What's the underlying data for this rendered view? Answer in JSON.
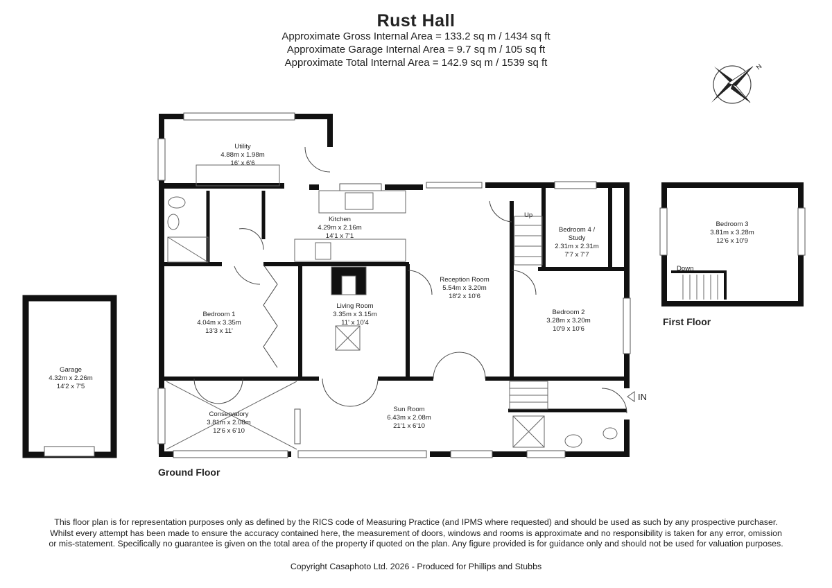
{
  "header": {
    "title": "Rust Hall",
    "gross_area": "Approximate Gross Internal Area = 133.2 sq m / 1434 sq ft",
    "garage_area": "Approximate Garage Internal Area = 9.7 sq m / 105 sq ft",
    "total_area": "Approximate Total Internal Area = 142.9 sq m / 1539 sq ft"
  },
  "compass": {
    "north_label": "N"
  },
  "floors": {
    "ground": "Ground Floor",
    "first": "First Floor"
  },
  "rooms": {
    "utility": {
      "name": "Utility",
      "metric": "4.88m x 1.98m",
      "imperial": "16' x 6'6"
    },
    "kitchen": {
      "name": "Kitchen",
      "metric": "4.29m x 2.16m",
      "imperial": "14'1 x 7'1"
    },
    "reception": {
      "name": "Reception Room",
      "metric": "5.54m x 3.20m",
      "imperial": "18'2 x 10'6"
    },
    "bedroom4_line1": {
      "name": "Bedroom 4 /"
    },
    "bedroom4": {
      "name": "Study",
      "metric": "2.31m x 2.31m",
      "imperial": "7'7 x 7'7"
    },
    "bedroom1": {
      "name": "Bedroom 1",
      "metric": "4.04m x 3.35m",
      "imperial": "13'3 x 11'"
    },
    "living": {
      "name": "Living Room",
      "metric": "3.35m x 3.15m",
      "imperial": "11' x 10'4"
    },
    "bedroom2": {
      "name": "Bedroom 2",
      "metric": "3.28m x 3.20m",
      "imperial": "10'9 x 10'6"
    },
    "conservatory": {
      "name": "Conservatory",
      "metric": "3.81m x 2.08m",
      "imperial": "12'6 x 6'10"
    },
    "sunroom": {
      "name": "Sun Room",
      "metric": "6.43m x 2.08m",
      "imperial": "21'1 x 6'10"
    },
    "garage": {
      "name": "Garage",
      "metric": "4.32m x 2.26m",
      "imperial": "14'2 x 7'5"
    },
    "bedroom3": {
      "name": "Bedroom 3",
      "metric": "3.81m x 3.28m",
      "imperial": "12'6 x 10'9"
    }
  },
  "stairs": {
    "up": "Up",
    "down": "Down"
  },
  "entrance": "IN",
  "footer": {
    "disclaimer": "This floor plan is for representation purposes only as defined by the RICS code of Measuring Practice (and IPMS where requested) and should be used as such by any prospective purchaser. Whilst every attempt has been made to ensure the accuracy contained here, the measurement of doors, windows and rooms is approximate and no responsibility is taken for any error, omission or mis-statement. Specifically no guarantee is given on the total area of the property if quoted on the plan. Any figure provided is for guidance only and should not be used for valuation purposes.",
    "copyright": "Copyright Casaphoto Ltd. 2026 - Produced for Phillips and Stubbs"
  }
}
